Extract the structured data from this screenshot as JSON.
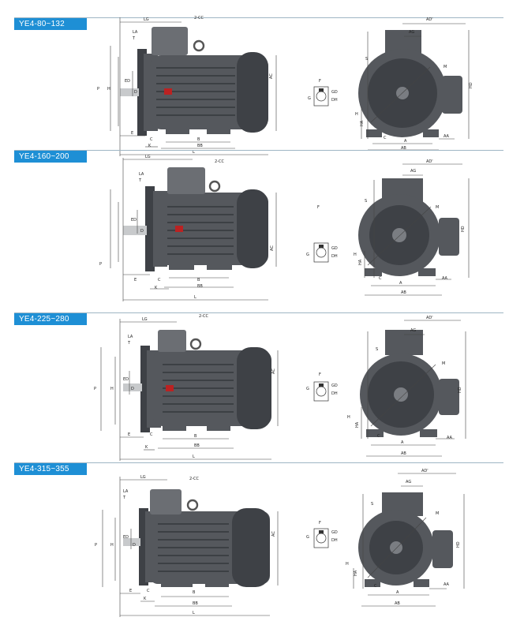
{
  "sections": [
    {
      "tag": "YE4-80~132",
      "side_labels": [
        "LG",
        "2-CC",
        "LA",
        "T",
        "P",
        "H",
        "ED",
        "D",
        "E",
        "C",
        "K",
        "B",
        "BB",
        "L",
        "AC",
        "F",
        "G",
        "GD",
        "DH"
      ],
      "end_labels": [
        "AD'",
        "AG",
        "S",
        "M",
        "HD",
        "H",
        "HA",
        "C",
        "AA",
        "A",
        "AB"
      ]
    },
    {
      "tag": "YE4-160~200",
      "side_labels": [
        "LG",
        "2-CC",
        "LA",
        "T",
        "P",
        "ED",
        "D",
        "E",
        "C",
        "K",
        "B",
        "BB",
        "L",
        "AC",
        "F",
        "G",
        "GD",
        "DH"
      ],
      "end_labels": [
        "AD'",
        "AG",
        "S",
        "M",
        "HD",
        "H",
        "HA",
        "C",
        "AA",
        "A",
        "AB"
      ]
    },
    {
      "tag": "YE4-225~280",
      "side_labels": [
        "LG",
        "2-CC",
        "LA",
        "T",
        "P",
        "H",
        "ED",
        "D",
        "E",
        "C",
        "K",
        "B",
        "BB",
        "L",
        "AC",
        "F",
        "G",
        "GD",
        "DH"
      ],
      "end_labels": [
        "AD'",
        "AG",
        "S",
        "M",
        "HD",
        "H",
        "HA",
        "C",
        "AA",
        "A",
        "AB"
      ]
    },
    {
      "tag": "YE4-315~355",
      "side_labels": [
        "LG",
        "2-CC",
        "LA",
        "T",
        "P",
        "H",
        "ED",
        "D",
        "E",
        "C",
        "K",
        "B",
        "BB",
        "L",
        "AC",
        "F",
        "G",
        "GD",
        "DH"
      ],
      "end_labels": [
        "AD'",
        "AG",
        "S",
        "M",
        "HD",
        "H",
        "HA",
        "C",
        "AA",
        "A",
        "AB"
      ]
    }
  ]
}
